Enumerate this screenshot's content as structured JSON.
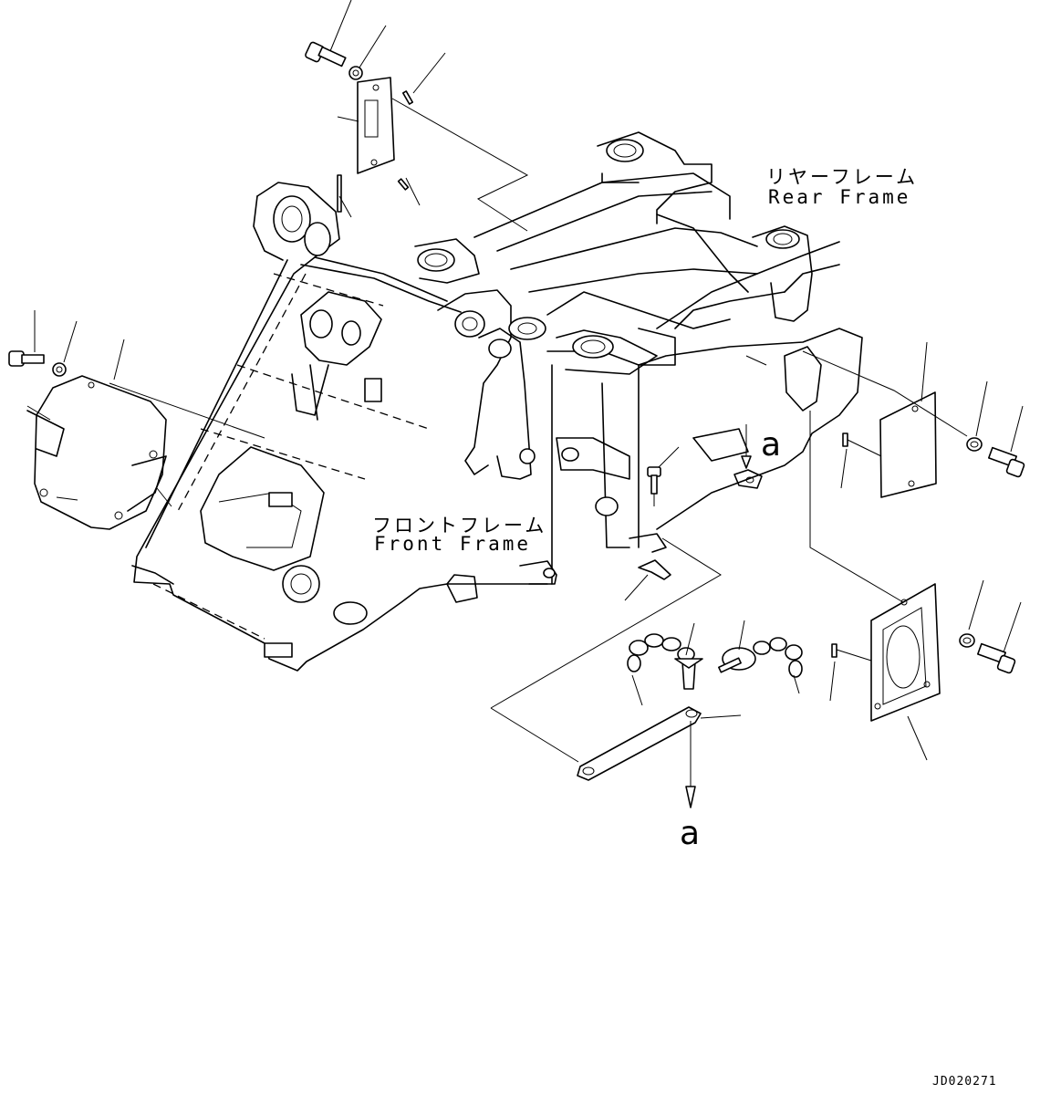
{
  "labels": {
    "rear_frame_jp": "リヤーフレーム",
    "rear_frame_en": "Rear Frame",
    "front_frame_jp": "フロントフレーム",
    "front_frame_en": "Front Frame",
    "ref_marker_upper": "a",
    "ref_marker_lower": "a",
    "drawing_id": "JD020271"
  }
}
